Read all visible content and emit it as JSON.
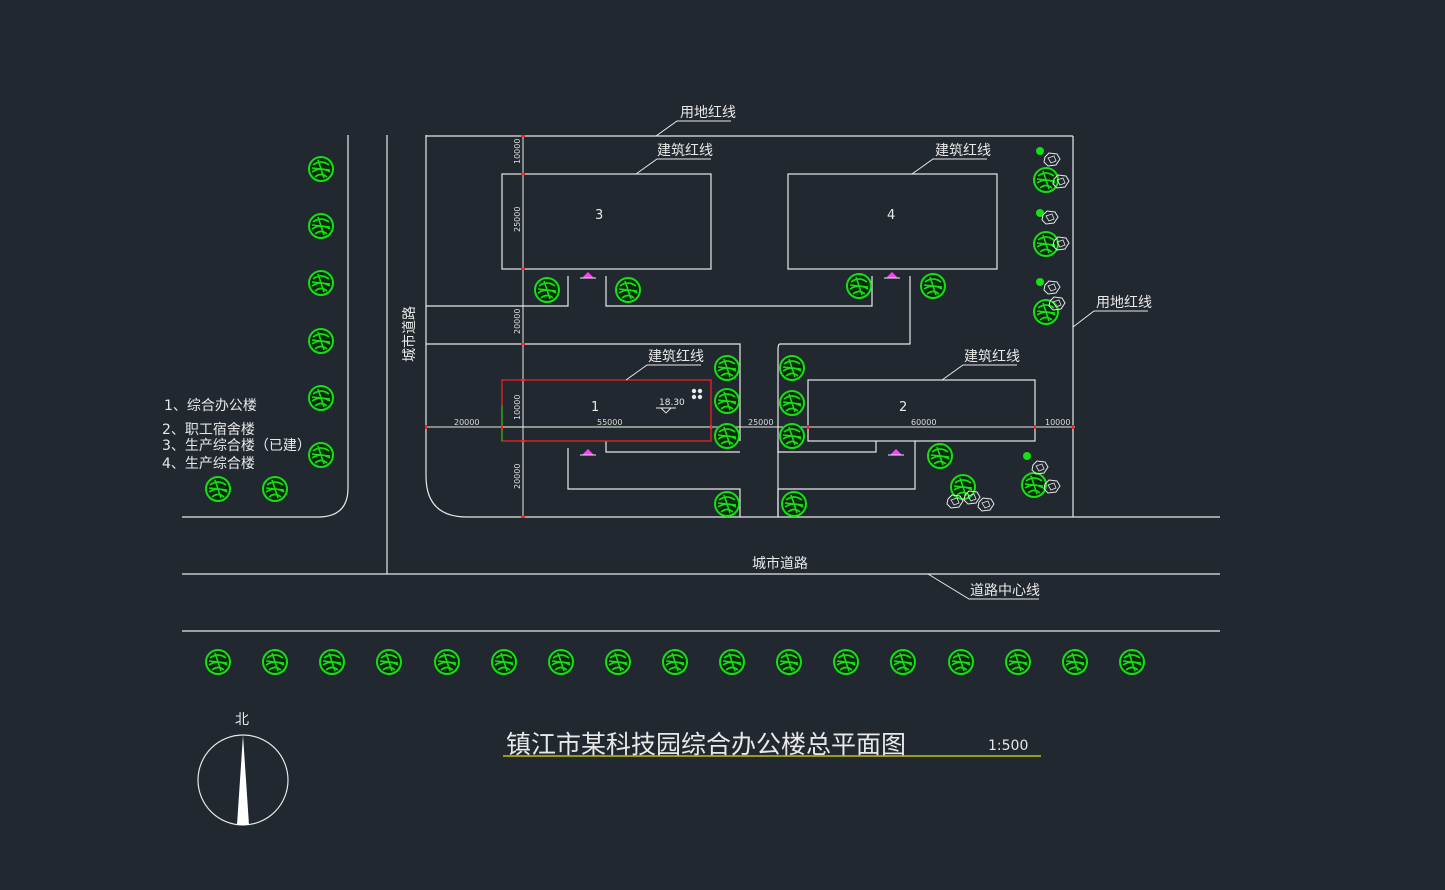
{
  "title": {
    "text": "镇江市某科技园综合办公楼总平面图",
    "scale": "1:500"
  },
  "legend": [
    "1、综合办公楼",
    "2、职工宿舍楼",
    "3、生产综合楼（已建）",
    "4、生产综合楼"
  ],
  "labels": {
    "site_boundary": "用地红线",
    "building_line": "建筑红线",
    "city_road": "城市道路",
    "road_centerline": "道路中心线",
    "north": "北",
    "elevation": "18.30"
  },
  "buildings": [
    "1",
    "2",
    "3",
    "4"
  ],
  "dimensions": {
    "d10000_top": "10000",
    "d25000": "25000",
    "d20000_mid": "20000",
    "d10000_mid": "10000",
    "d20000_bot": "20000",
    "d20000_left": "20000",
    "d55000": "55000",
    "d25000_gap": "25000",
    "d60000": "60000",
    "d10000_right": "10000"
  },
  "colors": {
    "background": "#212830",
    "line": "#e8e8e8",
    "tree": "#14e014",
    "highlight": "#ff2020",
    "axis": "#20c020",
    "entrance": "#ff40ff",
    "title_underline": "#e0e000"
  }
}
